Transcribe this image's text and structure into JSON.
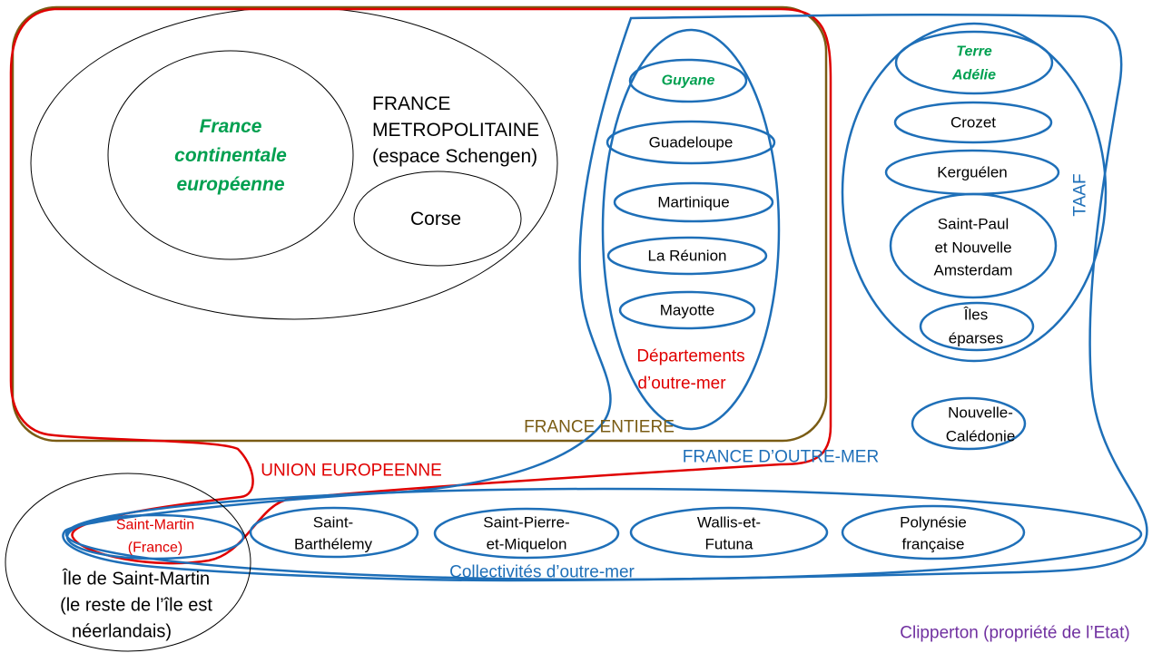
{
  "colors": {
    "france_entiere": "#7a5c14",
    "union_europeenne": "#e00000",
    "outre_mer": "#1e6fb8",
    "territory_green": "#00a050",
    "clipperton": "#7030a0",
    "black": "#000000"
  },
  "metropole": {
    "title_line1": "FRANCE",
    "title_line2": "METROPOLITAINE",
    "title_line3": "(espace Schengen)",
    "continental_line1": "France",
    "continental_line2": "continentale",
    "continental_line3": "européenne",
    "corse": "Corse"
  },
  "france_entiere_label": "FRANCE ENTIERE",
  "union_europeenne_label": "UNION EUROPEENNE",
  "outre_mer_label": "FRANCE D’OUTRE-MER",
  "dom": {
    "guyane": "Guyane",
    "guadeloupe": "Guadeloupe",
    "martinique": "Martinique",
    "reunion": "La Réunion",
    "mayotte": "Mayotte",
    "label_line1": "Départements",
    "label_line2": "d’outre-mer"
  },
  "taaf": {
    "label": "TAAF",
    "terre_adelie_line1": "Terre",
    "terre_adelie_line2": "Adélie",
    "crozet": "Crozet",
    "kerguelen": "Kerguélen",
    "saint_paul_line1": "Saint-Paul",
    "saint_paul_line2": "et Nouvelle",
    "saint_paul_line3": "Amsterdam",
    "iles_eparses_line1": "Îles",
    "iles_eparses_line2": "éparses"
  },
  "nouvelle_caledonie_line1": "Nouvelle-",
  "nouvelle_caledonie_line2": "Calédonie",
  "com": {
    "saint_martin_line1": "Saint-Martin",
    "saint_martin_line2": "(France)",
    "saint_barthelemy_line1": "Saint-",
    "saint_barthelemy_line2": "Barthélemy",
    "spm_line1": "Saint-Pierre-",
    "spm_line2": "et-Miquelon",
    "wallis_line1": "Wallis-et-",
    "wallis_line2": "Futuna",
    "polynesie_line1": "Polynésie",
    "polynesie_line2": "française",
    "label": "Collectivités d’outre-mer"
  },
  "ile_saint_martin": {
    "line1": "Île de Saint-Martin",
    "line2": "(le reste de l’île est",
    "line3": "néerlandais)"
  },
  "clipperton": "Clipperton (propriété de l’Etat)"
}
